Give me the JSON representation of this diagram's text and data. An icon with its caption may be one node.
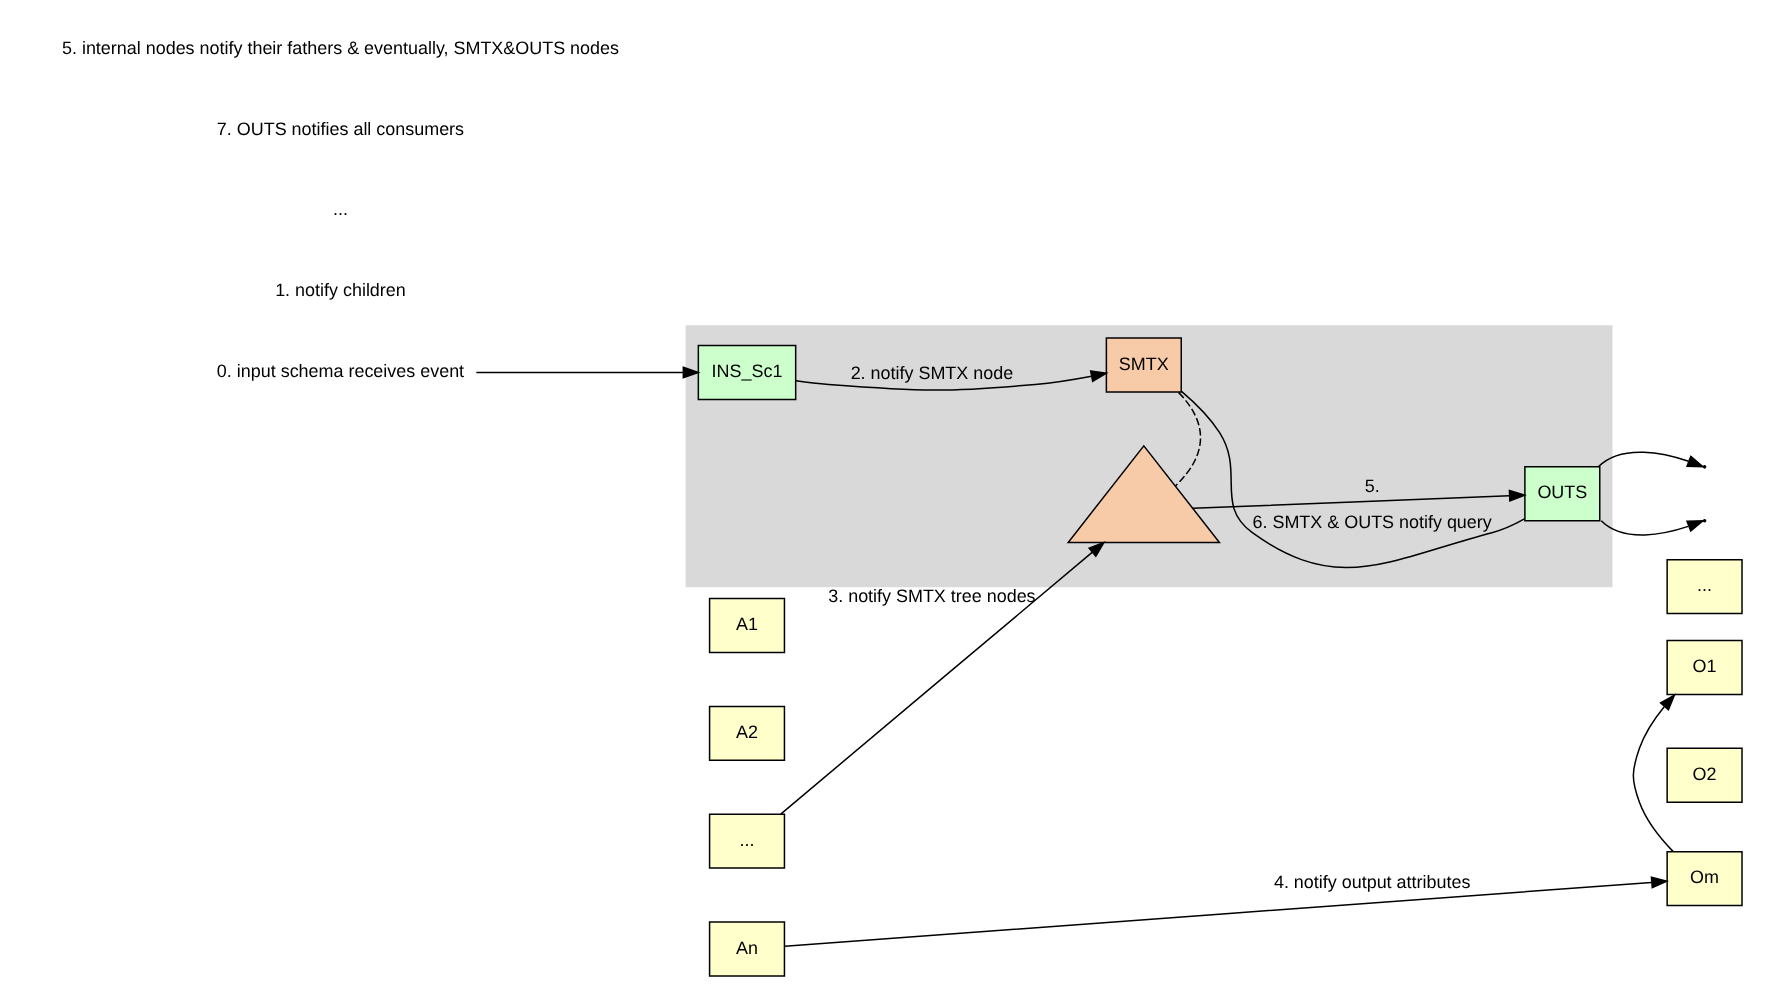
{
  "diagram": {
    "nodes": [
      {
        "text": [],
        "shape": "box"
      },
      {
        "text": [
          "0. input schema receives event"
        ]
      },
      {
        "text": [
          "INS_Sc1"
        ],
        "in": 0
      },
      {
        "text": [
          "SMTX"
        ],
        "in": 0
      },
      {
        "text": [
          "OUTS"
        ],
        "in": 0
      },
      {
        "text": [
          "A1"
        ]
      },
      {
        "text": [
          "A2"
        ]
      },
      {
        "text": [
          "..."
        ]
      },
      {
        "text": [
          "An"
        ]
      },
      {
        "text": [],
        "shape": "triangle",
        "in": 0
      },
      {
        "text": [
          "O1"
        ]
      },
      {
        "text": [
          "O2"
        ]
      },
      {
        "text": [
          "..."
        ]
      },
      {
        "text": [
          "Om"
        ]
      }
    ],
    "edges": [
      {
        "from": 1,
        "to": 2,
        "arrow": "to"
      },
      {
        "from": 2,
        "to": 3,
        "arrow": "to",
        "label": "2. notify SMTX node"
      },
      {
        "from": 3,
        "to": 4,
        "arrow": "none",
        "label": "6. SMTX & OUTS notify query"
      },
      {
        "from": 3,
        "to": 9,
        "arrow": "none",
        "style": "dashed"
      },
      {
        "from": 4,
        "to": null,
        "arrow": "to"
      },
      {
        "from": 4,
        "to": null,
        "arrow": "to"
      },
      {
        "from": 7,
        "to": 9,
        "arrow": "to",
        "label": "3. notify SMTX tree nodes"
      },
      {
        "from": 8,
        "to": 13,
        "arrow": "to",
        "label": "4. notify output attributes"
      },
      {
        "from": 9,
        "to": 4,
        "arrow": "to",
        "label": "5."
      },
      {
        "from": 13,
        "to": 10,
        "arrow": "to"
      }
    ],
    "labels": [
      "1. notify children",
      "...",
      "7. OUTS notifies all consumers",
      "5. internal nodes notify their fathers & eventually, SMTX&OUTS nodes"
    ]
  }
}
